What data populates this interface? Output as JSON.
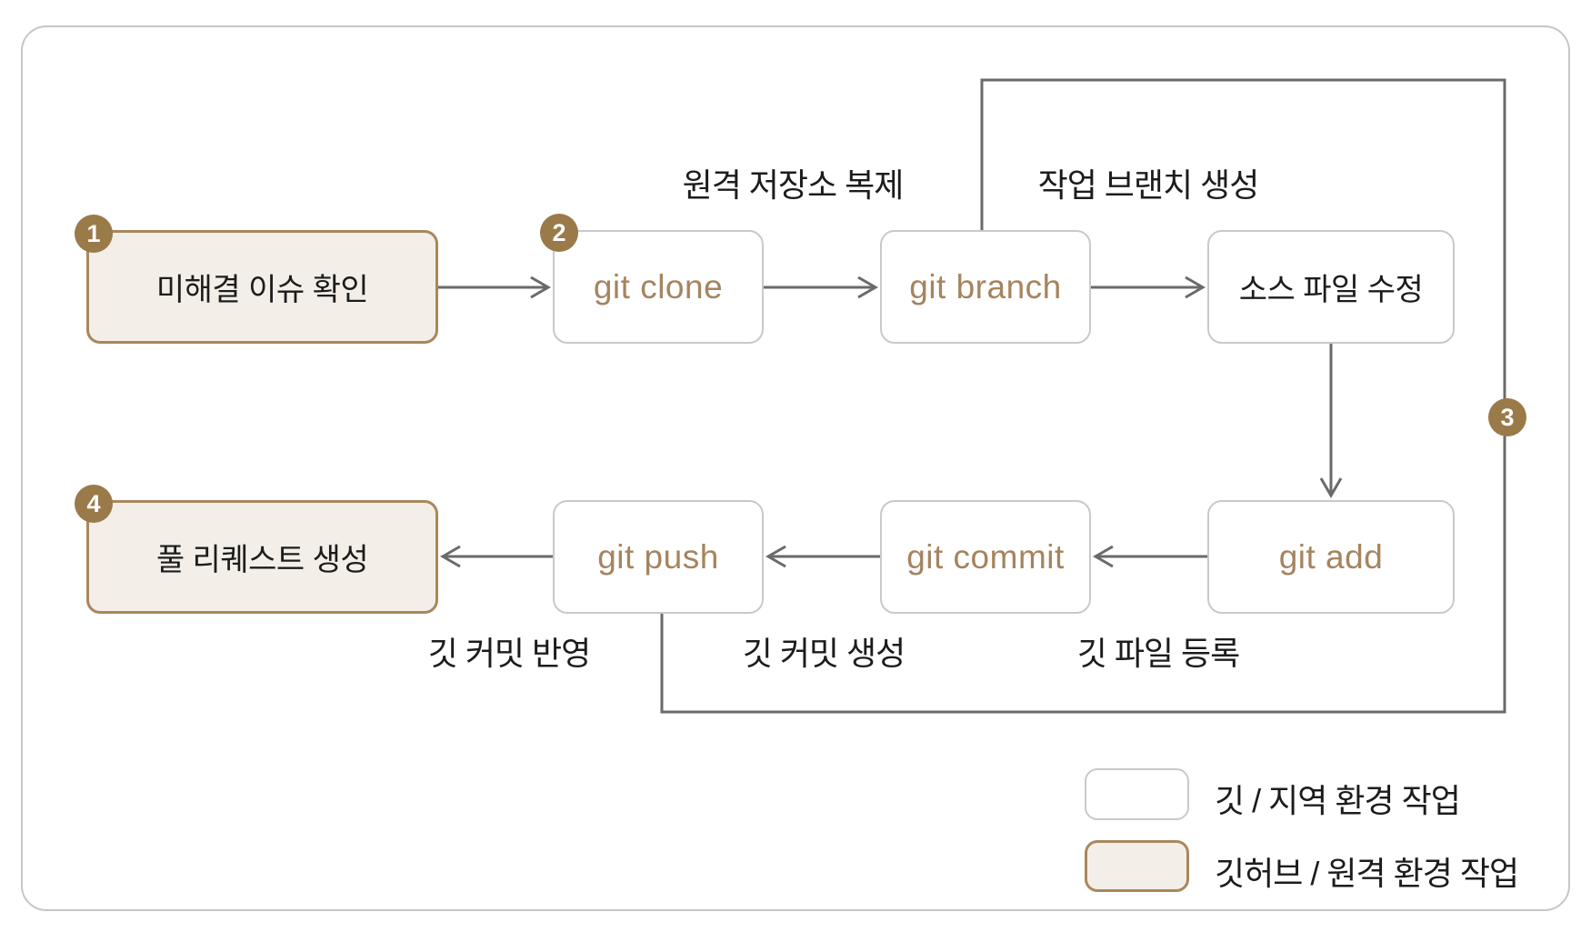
{
  "colors": {
    "accent-brown": "#9a7a49",
    "accent-brown-border": "#a9875c",
    "remote-fill": "#f3efe8",
    "git-text": "#a5845f",
    "line": "#6a6a6a",
    "node-border": "#c9c9c9",
    "frame-border": "#c6c6c6",
    "text-dark": "#1c1c1c"
  },
  "badges": {
    "step1": "1",
    "step2": "2",
    "step3": "3",
    "step4": "4"
  },
  "nodes": {
    "issue": {
      "label": "미해결 이슈 확인"
    },
    "clone": {
      "label": "git clone"
    },
    "branch": {
      "label": "git branch"
    },
    "modify": {
      "label": "소스 파일 수정"
    },
    "add": {
      "label": "git add"
    },
    "commit": {
      "label": "git commit"
    },
    "push": {
      "label": "git push"
    },
    "pull_request": {
      "label": "풀 리퀘스트 생성"
    }
  },
  "edge_labels": {
    "clone_remote_repo": "원격 저장소 복제",
    "create_work_branch": "작업 브랜치 생성",
    "apply_git_commit": "깃 커밋 반영",
    "create_git_commit": "깃 커밋 생성",
    "register_git_file": "깃 파일 등록"
  },
  "legend": {
    "items": [
      {
        "type": "local",
        "label": "깃 / 지역 환경 작업"
      },
      {
        "type": "remote",
        "label": "깃허브 / 원격 환경 작업"
      }
    ]
  }
}
